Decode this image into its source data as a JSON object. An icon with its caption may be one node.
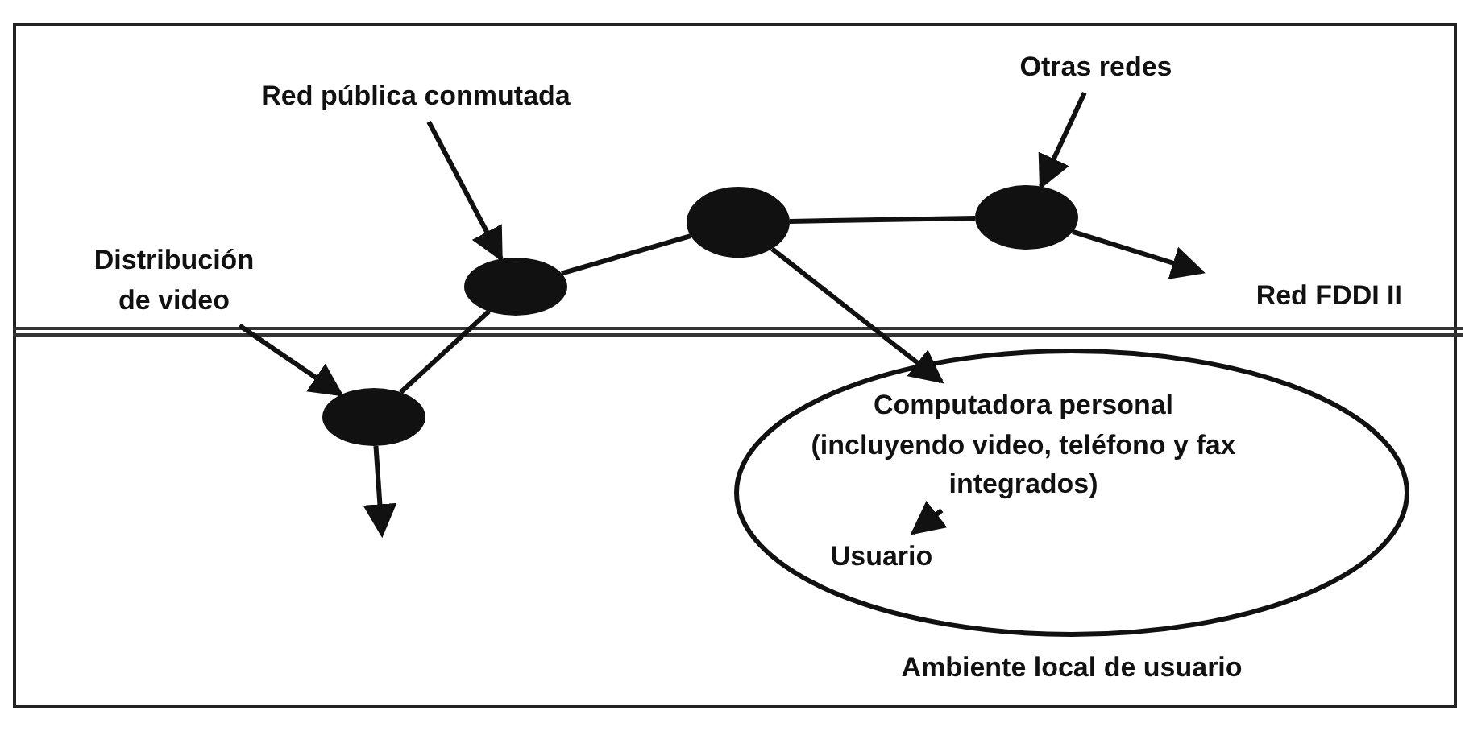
{
  "diagram": {
    "nodes": [
      {
        "text": [
          "Red pública conmutada"
        ]
      },
      {
        "text": [
          "Otras redes"
        ]
      },
      {
        "text": [
          "Distribución de video"
        ]
      },
      {
        "text": [
          "Red FDDI II"
        ]
      },
      {
        "text": [],
        "shape": "circle"
      },
      {
        "text": [],
        "shape": "circle"
      },
      {
        "text": [],
        "shape": "circle"
      },
      {
        "text": [],
        "shape": "circle"
      },
      {
        "text": [
          "Ambiente local de usuario"
        ]
      },
      {
        "text": [
          "Computadora personal (incluyendo video, teléfono y fax integrados)"
        ],
        "in": 8
      },
      {
        "text": [
          "Usuario"
        ],
        "in": 8
      }
    ],
    "edges": [
      {
        "from": 0,
        "to": 5,
        "arrow": "to"
      },
      {
        "from": 1,
        "to": 7,
        "arrow": "to"
      },
      {
        "from": 2,
        "to": 4,
        "arrow": "to"
      },
      {
        "from": 4,
        "to": 5,
        "arrow": "none"
      },
      {
        "from": 5,
        "to": 6,
        "arrow": "none"
      },
      {
        "from": 6,
        "to": 7,
        "arrow": "none"
      },
      {
        "from": 7,
        "to": 3,
        "arrow": "to"
      },
      {
        "from": 4,
        "to": null,
        "arrow": "to"
      },
      {
        "from": 6,
        "to": 9,
        "arrow": "to"
      },
      {
        "from": 9,
        "to": 10,
        "arrow": "to"
      }
    ]
  }
}
